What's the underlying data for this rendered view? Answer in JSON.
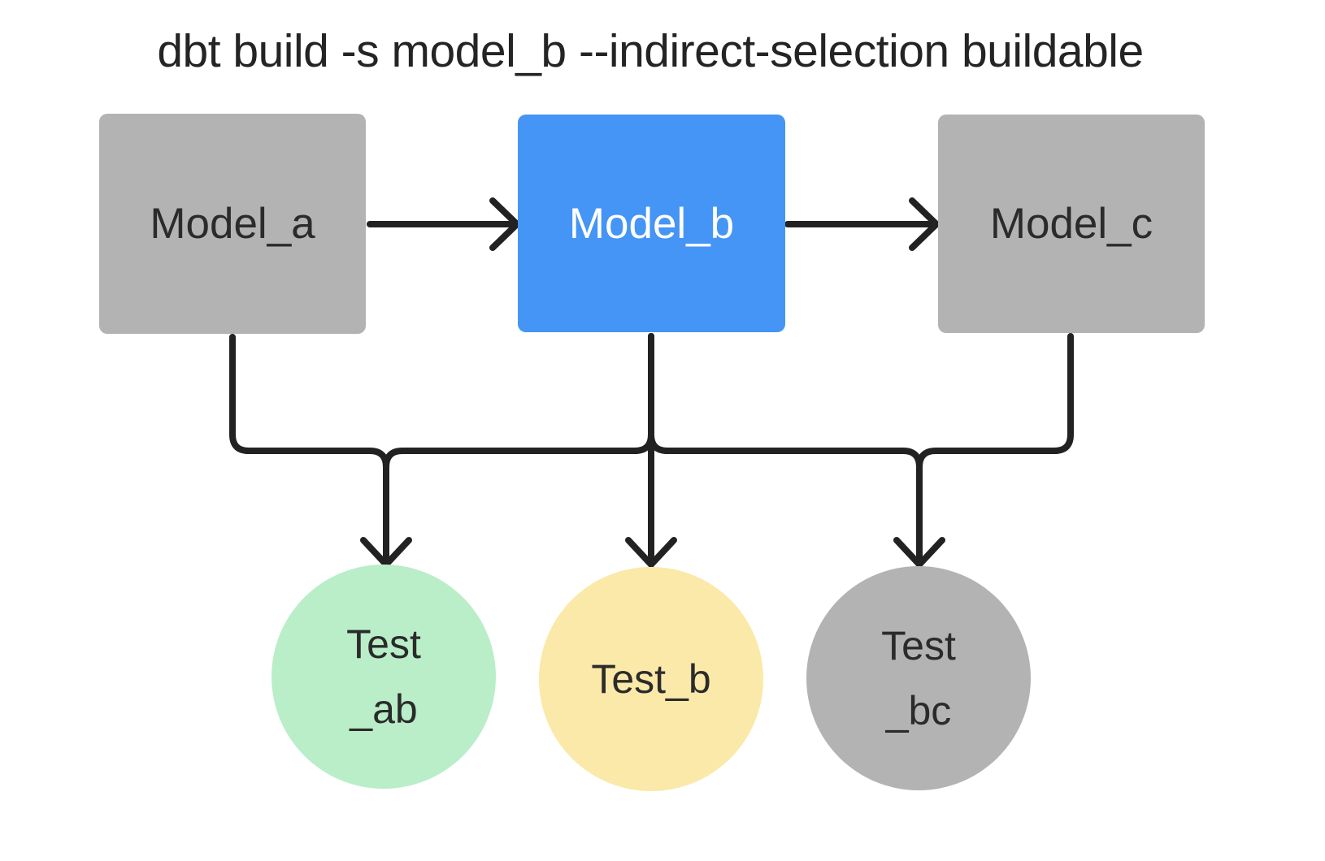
{
  "title": "dbt build -s model_b --indirect-selection buildable",
  "colors": {
    "background": "#ffffff",
    "title_text": "#242424",
    "edge": "#222222",
    "model_default": "#b3b3b3",
    "model_selected": "#4495f5",
    "model_text": "#2b2b2b",
    "model_selected_text": "#ffffff",
    "test_ab_fill": "#b9eec9",
    "test_b_fill": "#fae9a8",
    "test_bc_fill": "#b3b3b3",
    "test_text": "#2b2b2b"
  },
  "diagram": {
    "models": [
      {
        "id": "model_a",
        "label": "Model_a",
        "state": "unselected"
      },
      {
        "id": "model_b",
        "label": "Model_b",
        "state": "selected"
      },
      {
        "id": "model_c",
        "label": "Model_c",
        "state": "unselected"
      }
    ],
    "tests": [
      {
        "id": "test_ab",
        "lines": [
          "Test",
          "_ab"
        ]
      },
      {
        "id": "test_b",
        "lines": [
          "Test_b"
        ]
      },
      {
        "id": "test_bc",
        "lines": [
          "Test",
          "_bc"
        ]
      }
    ],
    "edges": [
      "model_a -> model_b",
      "model_b -> model_c",
      "model_a -> test_ab",
      "model_b -> test_ab",
      "model_b -> test_b",
      "model_b -> test_bc",
      "model_c -> test_bc"
    ]
  }
}
